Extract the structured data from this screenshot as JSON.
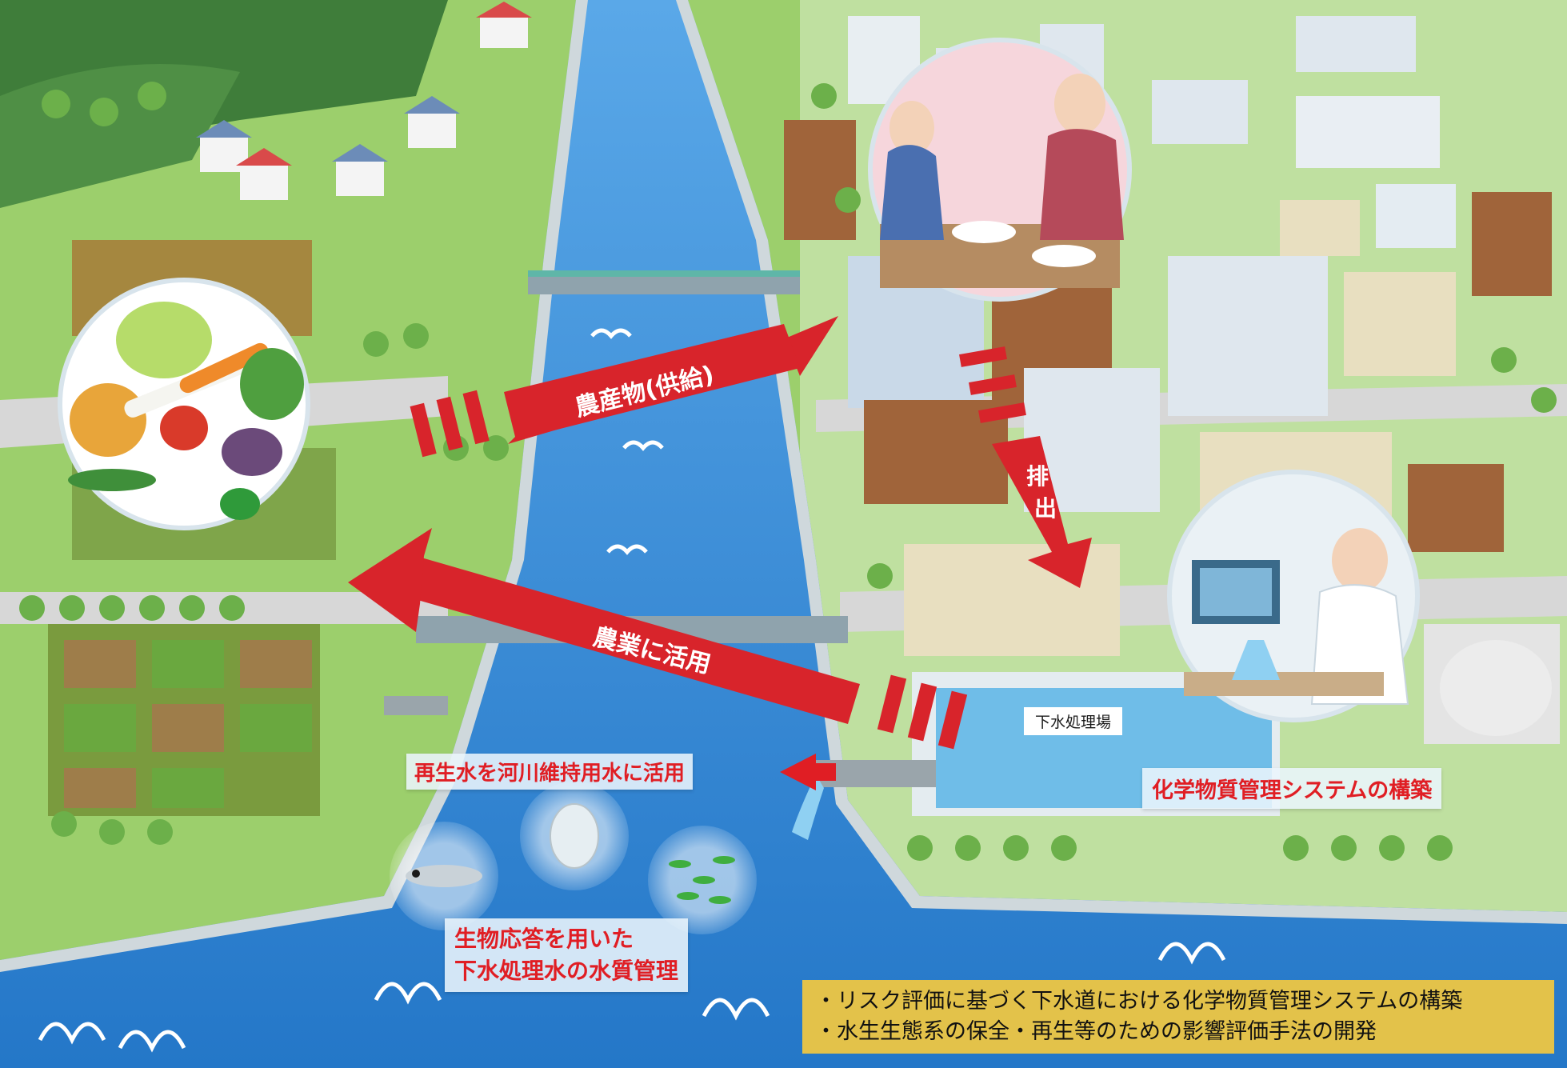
{
  "arrows": {
    "supply": "農産物(供給)",
    "agriculture": "農業に活用",
    "discharge": "排出"
  },
  "labels": {
    "reclaimed_water": "再生水を河川維持用水に活用",
    "sewage_plant": "下水処理場",
    "chemical_system": "化学物質管理システムの構築",
    "bio_response_line1": "生物応答を用いた",
    "bio_response_line2": "下水処理水の水質管理"
  },
  "summary": {
    "line1": "・リスク評価に基づく下水道における化学物質管理システムの構築",
    "line2": "・水生生態系の保全・再生等のための影響評価手法の開発"
  },
  "colors": {
    "arrow": "#d8242b",
    "river": "#2f86d2",
    "grass": "#8cc65c",
    "summary_bg": "#e3c24a",
    "label_red": "#e01e24"
  }
}
